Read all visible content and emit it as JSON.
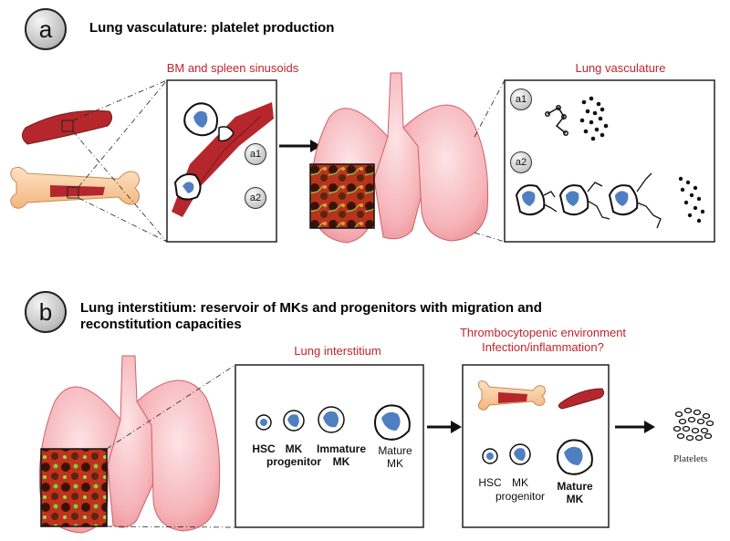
{
  "panel_a": {
    "letter": "a",
    "title": "Lung vasculature:  platelet production",
    "label_bm": "BM and spleen sinusoids",
    "label_lung_vasc": "Lung vasculature",
    "tag_a1": "a1",
    "tag_a2": "a2"
  },
  "panel_b": {
    "letter": "b",
    "title_line1": "Lung interstitium:  reservoir of MKs and progenitors with migration and",
    "title_line2": "reconstitution capacities",
    "label_interstitium": "Lung interstitium",
    "label_env_line1": "Thrombocytopenic environment",
    "label_env_line2": "Infection/inflammation?",
    "interstitium_cells": {
      "hsc": "HSC",
      "mk_prog_line1": "MK",
      "mk_prog_line2": "progenitor",
      "immature_line1": "Immature",
      "immature_line2": "MK",
      "mature_line1": "Mature",
      "mature_line2": "MK"
    },
    "env_cells": {
      "hsc": "HSC",
      "mk_prog_line1": "MK",
      "mk_prog_line2": "progenitor",
      "mature_line1": "Mature",
      "mature_line2": "MK"
    },
    "platelets_label": "Platelets"
  },
  "colors": {
    "accent_red": "#c0242b",
    "lung_pink": "#f4a9ae",
    "bone": "#f7c79a",
    "spleen": "#b5272c",
    "cell_blue": "#4f7fc0"
  }
}
